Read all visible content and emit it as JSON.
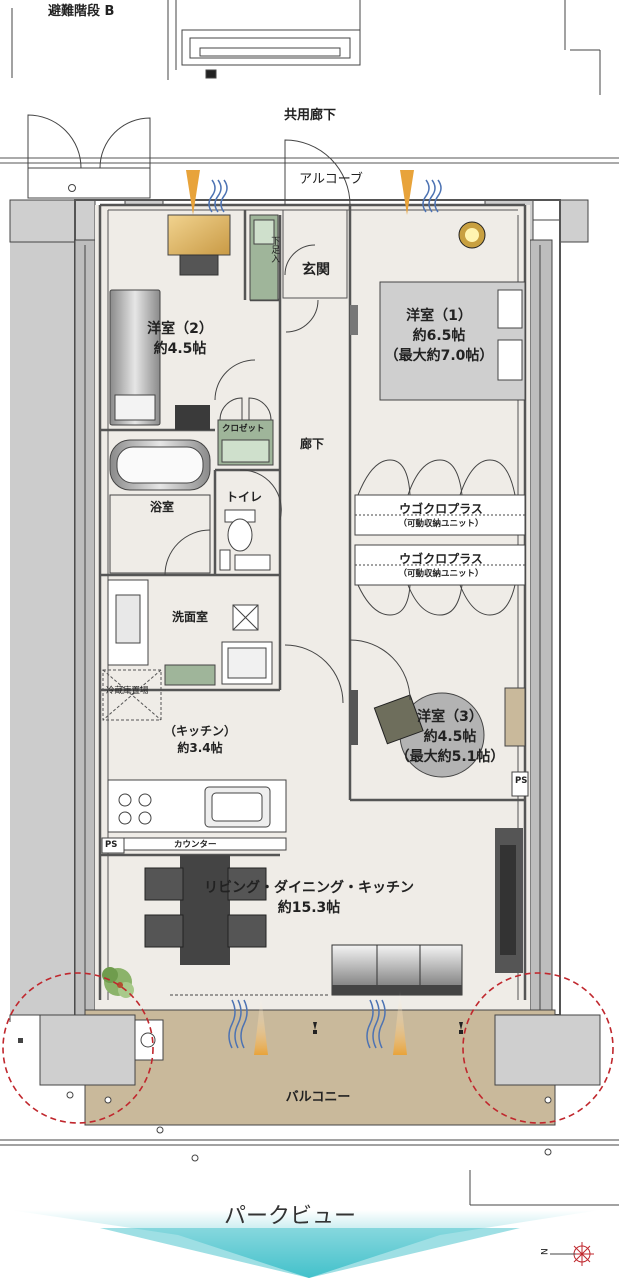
{
  "stair_label": "避難階段 B",
  "corridor_label": "共用廊下",
  "alcove_label": "アルコーブ",
  "entrance_label": "玄関",
  "shoe_storage_label": "下足入",
  "rooms": {
    "western2": {
      "name": "洋室（2）",
      "area": "約4.5帖"
    },
    "western1": {
      "name": "洋室（1）",
      "area": "約6.5帖",
      "max": "（最大約7.0帖）"
    },
    "western3": {
      "name": "洋室（3）",
      "area": "約4.5帖",
      "max": "（最大約5.1帖）"
    },
    "kitchen": {
      "name": "（キッチン）",
      "area": "約3.4帖"
    },
    "ldk": {
      "name": "リビング・ダイニング・キッチン",
      "area": "約15.3帖"
    }
  },
  "closet_label": "クロゼット",
  "hallway_label": "廊下",
  "bathroom_label": "浴室",
  "toilet_label": "トイレ",
  "washroom_label": "洗面室",
  "fridge_label": "冷蔵庫置場",
  "ukoku_units": [
    {
      "name": "ウゴクロプラス",
      "sub": "（可動収納ユニット）"
    },
    {
      "name": "ウゴクロプラス",
      "sub": "（可動収納ユニット）"
    }
  ],
  "ps_label": "PS",
  "counter_label": "カウンター",
  "balcony_label": "バルコニー",
  "view_label": "パークビュー",
  "north_label": "N",
  "colors": {
    "floor": "#efece7",
    "wall": "#555555",
    "balcony": "#c9b99b",
    "teal": "#3ebfc9",
    "vent": "#e8a33a",
    "airflow": "#4d73b3",
    "dashed": "#c0272d"
  }
}
